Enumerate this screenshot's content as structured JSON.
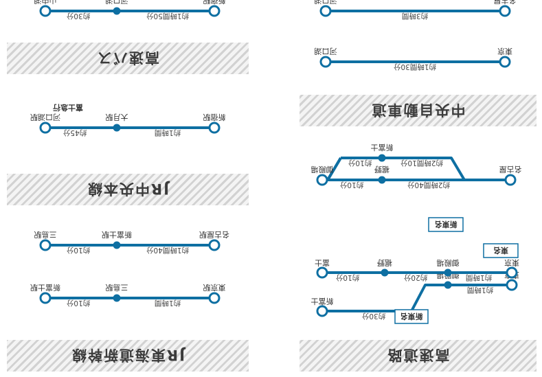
{
  "colors": {
    "line": "#0e6fa2",
    "text": "#333333"
  },
  "sections": {
    "highway": {
      "title": "高速道路",
      "routes": [
        {
          "line_label": "新東名",
          "stations": [
            "新富士",
            "御殿場",
            "東京"
          ],
          "durations": [
            "約30分",
            "約1時間"
          ]
        },
        {
          "line_label": "新東名",
          "stations": [
            "富士",
            "裾野",
            "御殿場",
            "東京"
          ],
          "durations": [
            "約10分",
            "約20分",
            "約1時間"
          ],
          "extra_label": "東名"
        }
      ]
    },
    "chuo": {
      "title": "中央自動車道",
      "route": {
        "line_label": "新東名",
        "branch_top": {
          "stations": [
            "御殿場",
            "裾野"
          ],
          "durations": [
            "約10分",
            "約2時間40分"
          ]
        },
        "branch_bottom": {
          "stations": [
            "新富士"
          ],
          "durations": [
            "約10分",
            "約2時間10分"
          ]
        },
        "end": "名古屋"
      },
      "simple": [
        {
          "from": "河口湖",
          "to": "東京",
          "duration": "約1時間30分"
        },
        {
          "from": "河口湖",
          "to": "名古屋",
          "duration": "約3時間"
        }
      ]
    },
    "tokaido": {
      "title": "JR東海道新幹線",
      "routes": [
        {
          "stations": [
            "新富士駅",
            "三島駅",
            "東京駅"
          ],
          "durations": [
            "約10分",
            "約1時間"
          ]
        },
        {
          "stations": [
            "三島駅",
            "新富士駅",
            "名古屋駅"
          ],
          "durations": [
            "約10分",
            "約1時間40分"
          ]
        }
      ]
    },
    "chuo_line": {
      "title": "JR中央本線",
      "route": {
        "stations": [
          "河口湖駅",
          "大月駅",
          "新宿駅"
        ],
        "durations": [
          "約45分",
          "約1時間"
        ],
        "note": "富士急行"
      }
    },
    "bus": {
      "title": "高速バス",
      "route": {
        "stations": [
          "山中湖",
          "河口湖",
          "新宿駅"
        ],
        "durations": [
          "約30分",
          "約1時間50分"
        ]
      }
    }
  }
}
